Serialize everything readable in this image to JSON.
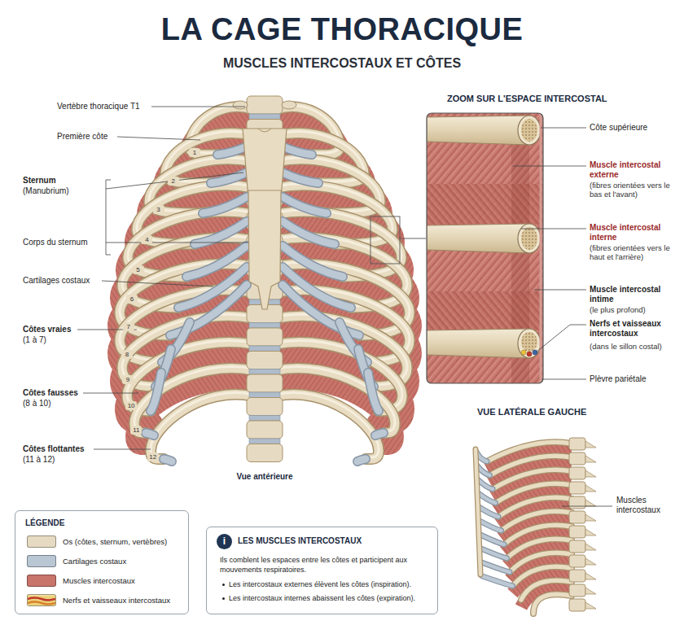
{
  "diagram": {
    "title": "LA CAGE THORACIQUE",
    "nodes": [
      {
        "text": [
          "LÉGENDE"
        ]
      },
      {
        "text": [
          "LES MUSCLES INTERCOSTAUX",
          "Ils comblent les espaces entre les côtes et participent aux mouvements respiratoires.",
          "Les intercostaux externes élèvent les côtes (inspiration).",
          "Les intercostaux internes abaissent les côtes (expiration)."
        ]
      },
      {
        "text": [
          "i"
        ],
        "in": 1
      }
    ],
    "labels": [
      "MUSCLES INTERCOSTAUX ET CÔTES",
      "Vertèbre thoracique T1",
      "Première côte",
      "Sternum",
      "(Manubrium)",
      "Corps du sternum",
      "Cartilages costaux",
      "Côtes vraies",
      "(1 à 7)",
      "Côtes fausses",
      "(8 à 10)",
      "Côtes flottantes",
      "(11 à 12)",
      "1",
      "2",
      "3",
      "4",
      "5",
      "6",
      "7",
      "8",
      "9",
      "10",
      "11",
      "12",
      "Vue antérieure",
      "ZOOM SUR L'ESPACE INTERCOSTAL",
      "Côte supérieure",
      "Muscle intercostal externe",
      "(fibres orientées vers le bas et l'avant)",
      "Muscle intercostal interne",
      "(fibres orientées vers le haut et l'arrière)",
      "Muscle intercostal intime",
      "(le plus profond)",
      "Nerfs et vaisseaux intercostaux",
      "(dans le sillon costal)",
      "Plèvre pariétale",
      "VUE LATÉRALE GAUCHE",
      "Muscles intercostaux"
    ],
    "legend": [
      {
        "text": "Os (côtes, sternum, vertèbres)",
        "color": "#e6dbc2"
      },
      {
        "text": "Cartilages costaux",
        "color": "#b9c6d3"
      },
      {
        "text": "Muscles intercostaux",
        "color": "#c8746a"
      },
      {
        "text": "Nerfs et vaisseaux intercostaux"
      }
    ]
  }
}
